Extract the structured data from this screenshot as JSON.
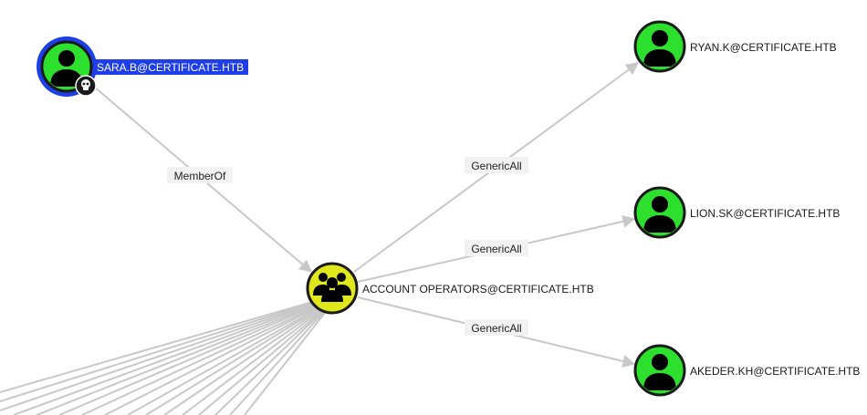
{
  "colors": {
    "user_node": "#2ee02e",
    "group_node": "#e0e81c",
    "node_border": "#1a1a1a",
    "selected_ring": "#1e3ee8",
    "selected_label_bg": "#1e3ee8",
    "edge": "#c8c8c8",
    "edge_label_bg": "#f2f2f2",
    "badge": "#1a1a1a"
  },
  "nodes": {
    "sara": {
      "label": "SARA.B@CERTIFICATE.HTB",
      "kind": "user",
      "icon": "user-icon",
      "badge": "skull-icon",
      "selected": true
    },
    "account_operators": {
      "label": "ACCOUNT OPERATORS@CERTIFICATE.HTB",
      "kind": "group",
      "icon": "group-icon"
    },
    "ryan": {
      "label": "RYAN.K@CERTIFICATE.HTB",
      "kind": "user",
      "icon": "user-icon"
    },
    "lion": {
      "label": "LION.SK@CERTIFICATE.HTB",
      "kind": "user",
      "icon": "user-icon"
    },
    "akeder": {
      "label": "AKEDER.KH@CERTIFICATE.HTB",
      "kind": "user",
      "icon": "user-icon"
    }
  },
  "edges": {
    "memberof": {
      "label": "MemberOf"
    },
    "genericall_ryan": {
      "label": "GenericAll"
    },
    "genericall_lion": {
      "label": "GenericAll"
    },
    "genericall_akeder": {
      "label": "GenericAll"
    }
  }
}
